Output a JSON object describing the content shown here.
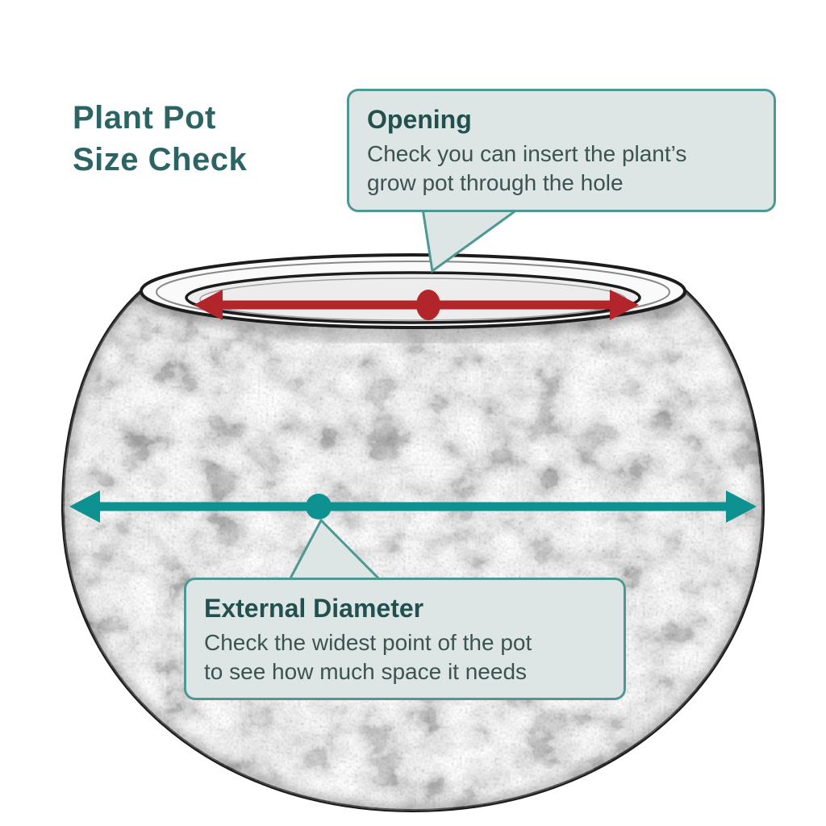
{
  "title": {
    "line1": "Plant Pot",
    "line2": "Size Check"
  },
  "callouts": {
    "opening": {
      "heading": "Opening",
      "body_line1": "Check you can insert the plant’s",
      "body_line2": "grow pot through the hole"
    },
    "external_diameter": {
      "heading": "External Diameter",
      "body_line1": "Check the widest point of the pot",
      "body_line2": "to see how much space it needs"
    }
  },
  "colors": {
    "title_text": "#2c6463",
    "callout_border": "#4e9894",
    "callout_background": "#dde6e4",
    "callout_heading_text": "#23504f",
    "callout_body_text": "#3d5351",
    "opening_arrow": "#b2262b",
    "external_diameter_arrow": "#0e9191",
    "pot_outline": "#1c1c1c"
  }
}
